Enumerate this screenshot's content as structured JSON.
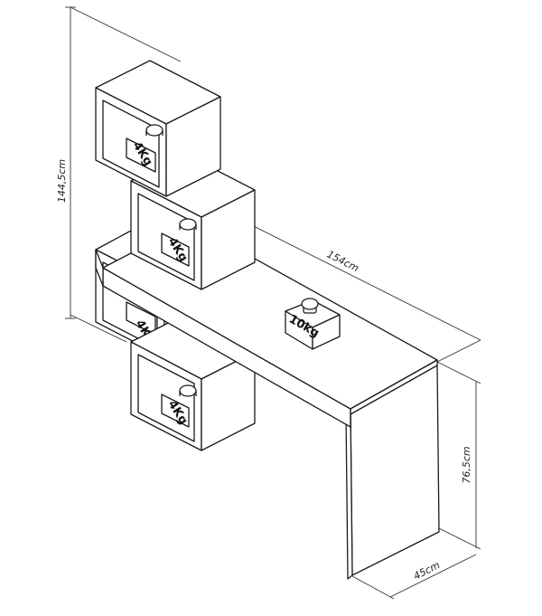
{
  "dimensions": {
    "height_total": "144,5cm",
    "width": "154cm",
    "desk_height": "76,5cm",
    "depth": "45cm"
  },
  "weights": {
    "cube_top": "4Kg",
    "cube_middle": "4Kg",
    "cube_under_desk": "4Kg",
    "cube_bottom": "4Kg",
    "desktop": "10kg"
  },
  "colors": {
    "line": "#1a1a1a",
    "background": "#ffffff"
  }
}
